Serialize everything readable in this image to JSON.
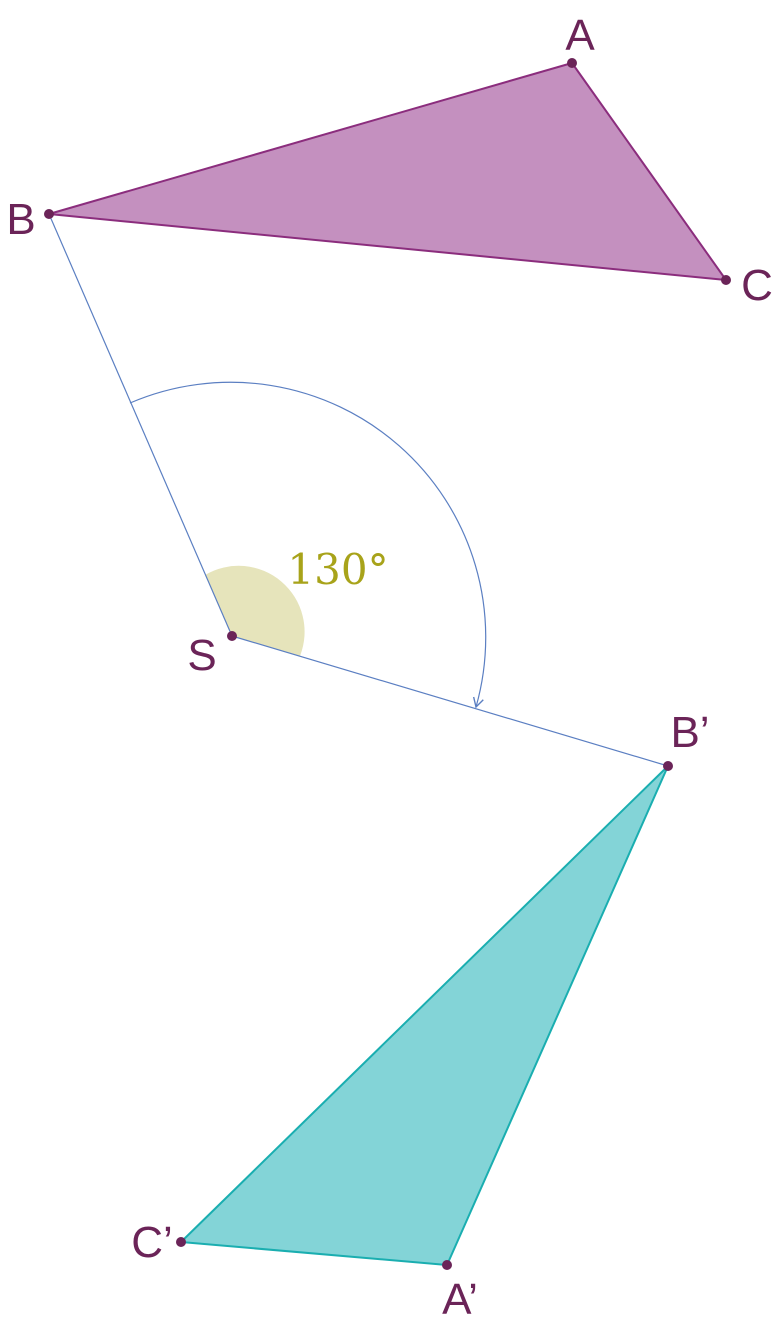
{
  "colors": {
    "original_fill": "#c490bf",
    "original_stroke": "#8b2d7d",
    "image_fill": "#83d4d7",
    "image_stroke": "#1aaeb0",
    "construction_line": "#5b7fc2",
    "angle_fill": "#e6e4bb",
    "angle_label": "#a8a31a",
    "point": "#6b2458",
    "label": "#6b2458"
  },
  "points": {
    "A": "A",
    "B": "B",
    "C": "C",
    "S": "S",
    "A_prime": "A’",
    "B_prime": "B’",
    "C_prime": "C’"
  },
  "rotation": {
    "angle_text": "130°"
  }
}
